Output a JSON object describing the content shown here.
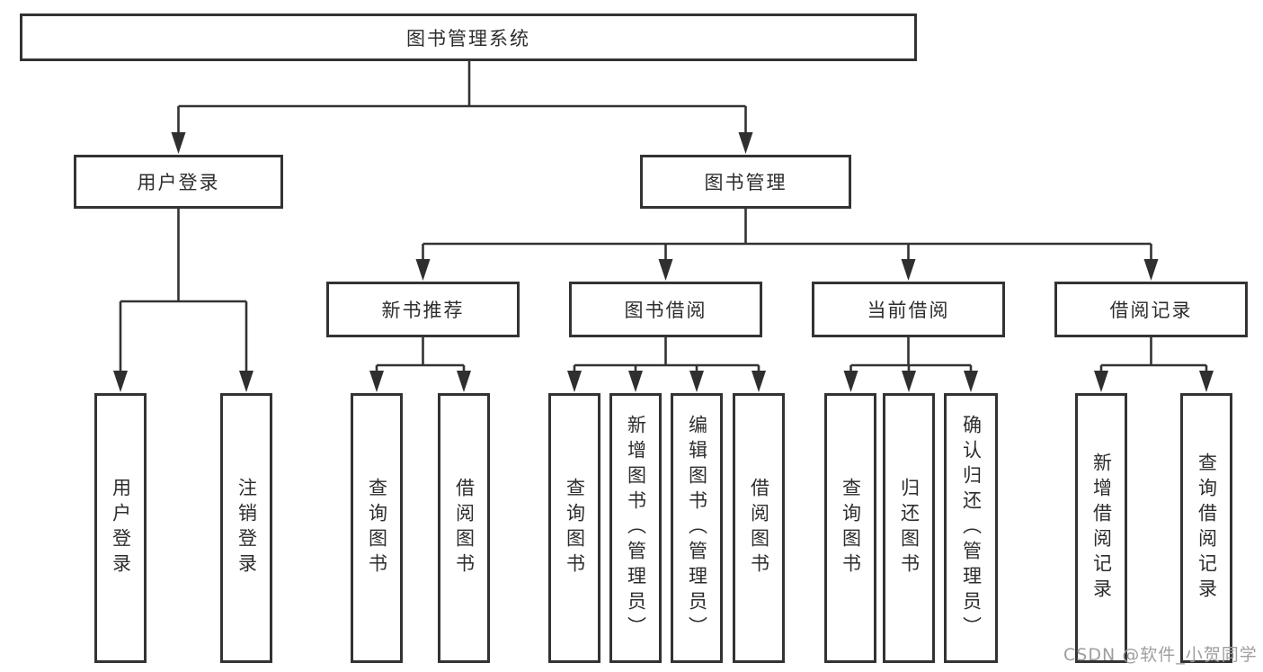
{
  "diagram": {
    "type": "tree",
    "root": "图书管理系统",
    "level2": {
      "userLogin": "用户登录",
      "bookMgmt": "图书管理"
    },
    "level3": {
      "newBookRec": "新书推荐",
      "bookBorrow": "图书借阅",
      "currentBorrow": "当前借阅",
      "borrowRecords": "借阅记录"
    },
    "leaves": {
      "userLogin": [
        "用户登录",
        "注销登录"
      ],
      "newBookRec": [
        "查询图书",
        "借阅图书"
      ],
      "bookBorrow": [
        "查询图书",
        "新增图书（管理员）",
        "编辑图书（管理员）",
        "借阅图书"
      ],
      "currentBorrow": [
        "查询图书",
        "归还图书",
        "确认归还（管理员）"
      ],
      "borrowRecords": [
        "新增借阅记录",
        "查询借阅记录"
      ]
    },
    "colors": {
      "line": "#333333",
      "boxBorder": "#333333",
      "boxFill": "#ffffff",
      "text": "#2d2d2d",
      "watermark": "#9e9e9e"
    }
  },
  "watermark": {
    "text": "CSDN @软件_小贺同学"
  }
}
